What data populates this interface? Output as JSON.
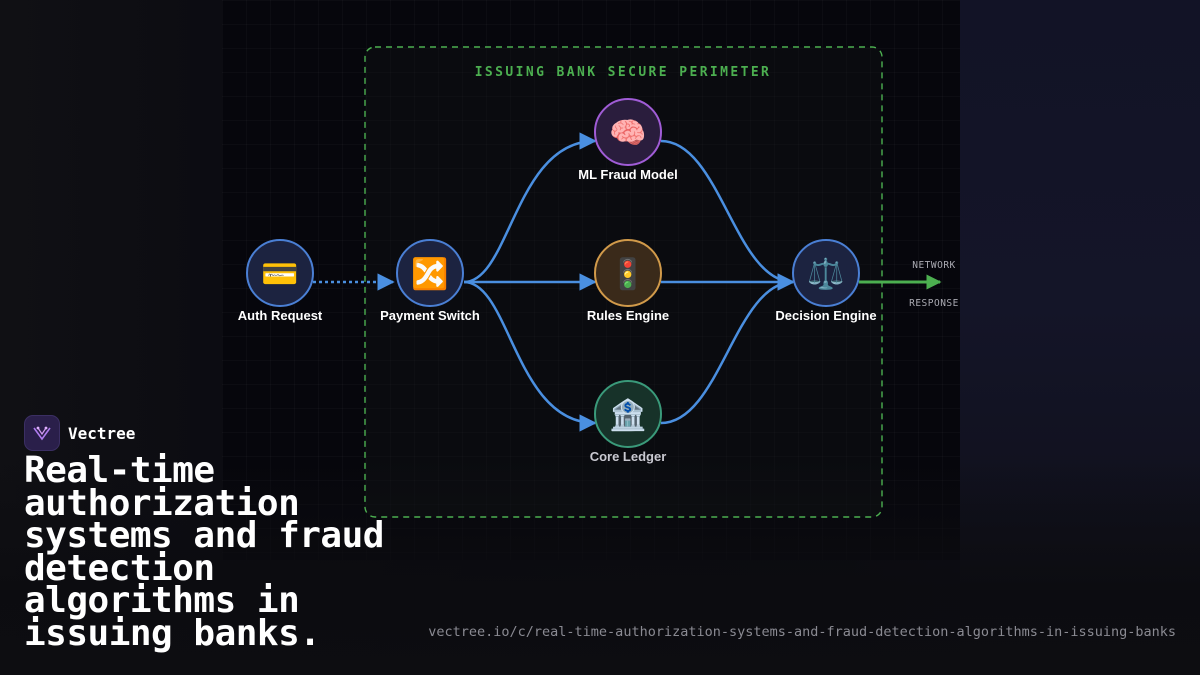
{
  "diagram": {
    "perimeter_title": "ISSUING BANK SECURE PERIMETER",
    "nodes": [
      {
        "id": "auth-request",
        "label": "Auth Request",
        "icon": "💳",
        "icon_name": "credit-card-icon",
        "border": "#4a7fd4",
        "fill": "#1c2340"
      },
      {
        "id": "payment-switch",
        "label": "Payment Switch",
        "icon": "🔀",
        "icon_name": "shuffle-icon",
        "border": "#4a7fd4",
        "fill": "#1c2340"
      },
      {
        "id": "ml-fraud-model",
        "label": "ML Fraud Model",
        "icon": "🧠",
        "icon_name": "brain-icon",
        "border": "#a05cd6",
        "fill": "#2a1d3d"
      },
      {
        "id": "rules-engine",
        "label": "Rules Engine",
        "icon": "🚦",
        "icon_name": "traffic-light-icon",
        "border": "#d19a4a",
        "fill": "#3a2a1a"
      },
      {
        "id": "core-ledger",
        "label": "Core Ledger",
        "icon": "🏦",
        "icon_name": "bank-icon",
        "border": "#3a9a7a",
        "fill": "#173229"
      },
      {
        "id": "decision-engine",
        "label": "Decision Engine",
        "icon": "⚖️",
        "icon_name": "scales-icon",
        "border": "#4a7fd4",
        "fill": "#1c2340"
      }
    ],
    "output_labels": {
      "top": "NETWORK",
      "bottom": "RESPONSE"
    },
    "colors": {
      "flow": "#4a8fe0",
      "perimeter": "#4caf50",
      "output_arrow": "#4caf50"
    }
  },
  "brand": {
    "name": "Vectree"
  },
  "headline": "Real-time authorization systems and fraud detection algorithms in issuing banks.",
  "url": "vectree.io/c/real-time-authorization-systems-and-fraud-detection-algorithms-in-issuing-banks"
}
